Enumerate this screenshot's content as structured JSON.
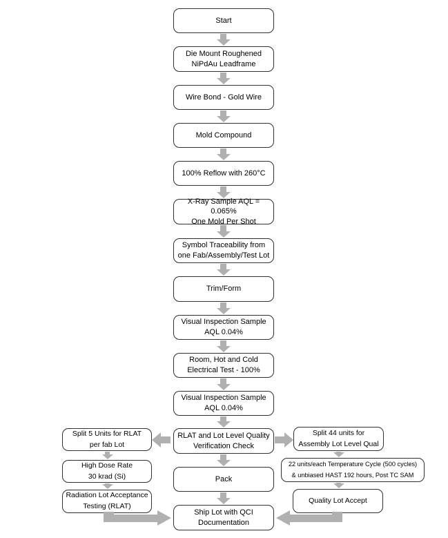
{
  "colors": {
    "canvas_bg": "#ffffff",
    "node_fill": "#ffffff",
    "node_border": "#2e2e2e",
    "arrow_fill": "#b0b0b0",
    "text_color": "#000000"
  },
  "nodes": {
    "start": "Start",
    "die_mount": "Die Mount Roughened\nNiPdAu Leadframe",
    "wire_bond": "Wire Bond - Gold Wire",
    "mold_compound": "Mold Compound",
    "reflow": "100% Reflow with 260°C",
    "xray": "X-Ray Sample AQL = 0.065%\nOne Mold Per Shot",
    "symbol_traceability": "Symbol Traceability from\none Fab/Assembly/Test Lot",
    "trim_form": "Trim/Form",
    "visual_inspection_1": "Visual Inspection Sample\nAQL 0.04%",
    "electrical_test": "Room, Hot and Cold\nElectrical Test - 100%",
    "visual_inspection_2": "Visual Inspection Sample\nAQL 0.04%",
    "rlat_check": "RLAT and Lot Level Quality\nVerification Check",
    "pack": "Pack",
    "ship": "Ship Lot with QCI\nDocumentation",
    "split_rlat": "Split 5 Units for RLAT\nper fab Lot",
    "high_dose": "High Dose Rate\n30 krad (Si)",
    "radiation_test": "Radiation Lot Acceptance\nTesting (RLAT)",
    "split_qual": "Split 44 units for\nAssembly Lot Level Qual",
    "temp_cycle": "22 units/each Temperature Cycle (500 cycles)\n& unbiased HAST 192 hours, Post TC SAM",
    "quality_accept": "Quality Lot Accept"
  }
}
